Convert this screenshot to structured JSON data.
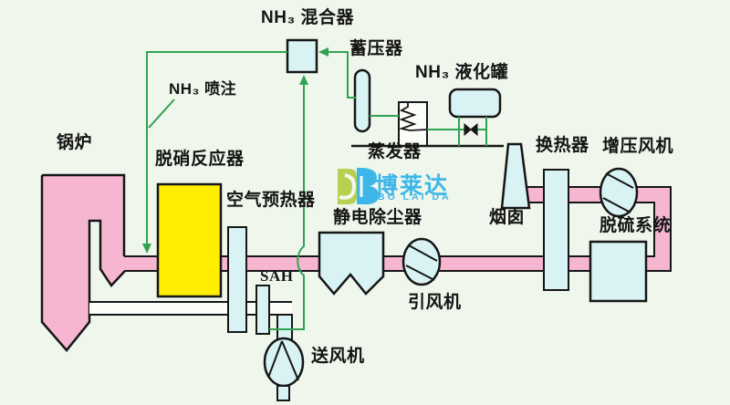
{
  "diagram": {
    "subject": "boiler-scr-denitrification-flue-gas-system",
    "labels": {
      "nh3_mixer": "NH₃ 混合器",
      "accumulator": "蓄压器",
      "nh3_tank": "NH₃ 液化罐",
      "nh3_injection": "NH₃ 喷注",
      "boiler": "锅炉",
      "scr_reactor": "脱硝反应器",
      "evaporator": "蒸发器",
      "air_preheater": "空气预热器",
      "esp": "静电除尘器",
      "heat_exchanger": "换热器",
      "booster_fan": "增压风机",
      "chimney": "烟囱",
      "fgd_system": "脱硫系统",
      "sah": "SAH",
      "id_fan": "引风机",
      "fd_fan": "送风机"
    },
    "watermark": {
      "name": "博莱达",
      "name_en": "BO LAI DA"
    },
    "colors": {
      "background": "#eff6ec",
      "flue_duct_pink": "#f6b6d2",
      "equipment_blue": "#d9f3f5",
      "scr_yellow": "#ffee00",
      "ammonia_line_green": "#2fa352",
      "outline_black": "#161616",
      "watermark_blue": "#3eb7e8",
      "watermark_green": "#b8cf52"
    }
  }
}
